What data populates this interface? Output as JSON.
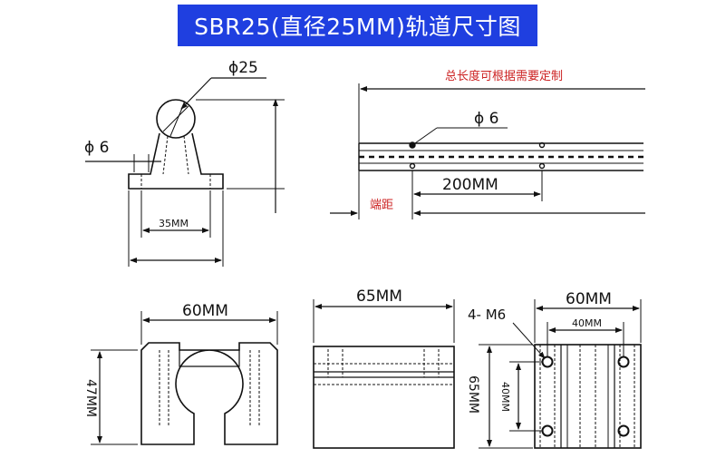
{
  "title": "SBR25(直径25MM)轨道尺寸图",
  "colors": {
    "banner": "#1f3fe0",
    "red_text": "#cc2222",
    "line": "#111111"
  },
  "end_view": {
    "dia_large": "ϕ25",
    "dia_small": "ϕ 6",
    "base_width": "35MM"
  },
  "rail_view": {
    "length_note": "总长度可根据需要定制",
    "hole_dia": "ϕ 6",
    "spacing": "200MM",
    "end_distance": "端距"
  },
  "block_front": {
    "width": "60MM",
    "height": "47MM"
  },
  "block_side": {
    "length": "65MM"
  },
  "block_top": {
    "width": "60MM",
    "hole_spacing_x": "40MM",
    "length": "65MM",
    "hole_spacing_y": "40MM",
    "thread": "4- M6"
  }
}
